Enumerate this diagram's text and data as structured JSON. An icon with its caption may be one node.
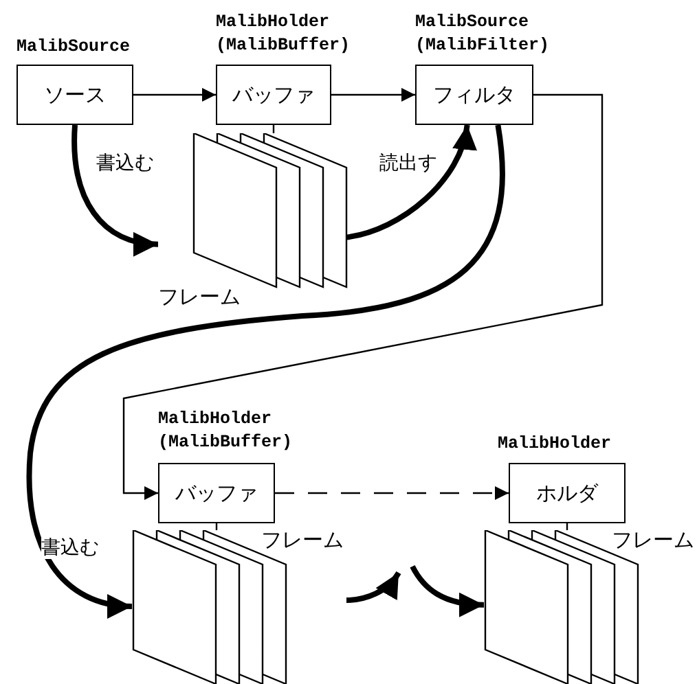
{
  "diagram": {
    "nodes": [
      {
        "text": [
          "MalibSource",
          "ソース"
        ]
      },
      {
        "text": [
          "MalibHolder (MalibBuffer)",
          "バッファ"
        ]
      },
      {
        "text": [
          "MalibSource (MalibFilter)",
          "フィルタ"
        ]
      },
      {
        "text": [
          "フレーム"
        ]
      },
      {
        "text": [
          "MalibHolder (MalibBuffer)",
          "バッファ"
        ]
      },
      {
        "text": [
          "フレーム"
        ]
      },
      {
        "text": [
          "MalibHolder",
          "ホルダ"
        ]
      },
      {
        "text": [
          "フレーム"
        ]
      }
    ],
    "edges": [
      {
        "from": 0,
        "to": 1,
        "arrow": "to"
      },
      {
        "from": 1,
        "to": 2,
        "arrow": "to"
      },
      {
        "from": 2,
        "to": 4,
        "arrow": "to"
      },
      {
        "from": 4,
        "to": 6,
        "arrow": "to",
        "style": "dashed"
      },
      {
        "from": 1,
        "to": 3,
        "arrow": "none"
      },
      {
        "from": 4,
        "to": 5,
        "arrow": "none"
      },
      {
        "from": 6,
        "to": 7,
        "arrow": "none"
      },
      {
        "from": 0,
        "to": 3,
        "arrow": "to",
        "style": "thick",
        "label": "書込む"
      },
      {
        "from": 3,
        "to": 2,
        "arrow": "to",
        "style": "thick",
        "label": "読出す"
      },
      {
        "from": 2,
        "to": 5,
        "arrow": "to",
        "style": "thick",
        "label": "書込む"
      },
      {
        "from": 5,
        "to": null,
        "arrow": "to",
        "style": "thick"
      },
      {
        "from": null,
        "to": 7,
        "arrow": "to",
        "style": "thick"
      }
    ]
  }
}
